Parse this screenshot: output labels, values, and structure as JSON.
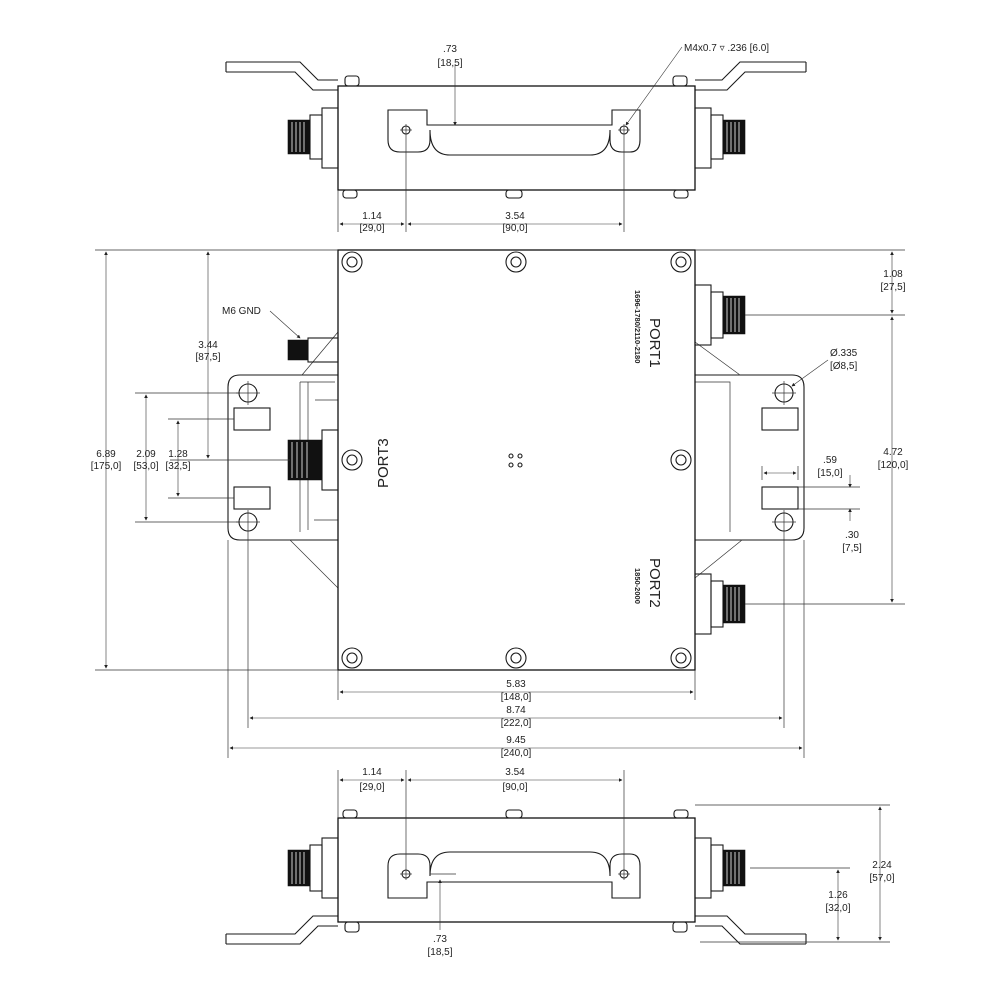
{
  "dims": {
    "top_73": ".73",
    "top_73_mm": "[18,5]",
    "mount_thread": "M4x0.7 ▿ .236 [6.0]",
    "top_114": "1.14",
    "top_114_mm": "[29,0]",
    "top_354": "3.54",
    "top_354_mm": "[90,0]",
    "d_108": "1.08",
    "d_108_mm": "[27,5]",
    "gnd": "M6 GND",
    "d_344": "3.44",
    "d_344_mm": "[87,5]",
    "hole_dia": "Ø.335",
    "hole_dia_mm": "[Ø8,5]",
    "d_689": "6.89",
    "d_689_mm": "[175,0]",
    "d_209": "2.09",
    "d_209_mm": "[53,0]",
    "d_128": "1.28",
    "d_128_mm": "[32,5]",
    "d_472": "4.72",
    "d_472_mm": "[120,0]",
    "d_59": ".59",
    "d_59_mm": "[15,0]",
    "d_30": ".30",
    "d_30_mm": "[7,5]",
    "d_583": "5.83",
    "d_583_mm": "[148,0]",
    "d_874": "8.74",
    "d_874_mm": "[222,0]",
    "d_945": "9.45",
    "d_945_mm": "[240,0]",
    "bot_114": "1.14",
    "bot_114_mm": "[29,0]",
    "bot_354": "3.54",
    "bot_354_mm": "[90,0]",
    "d_224": "2.24",
    "d_224_mm": "[57,0]",
    "d_126": "1.26",
    "d_126_mm": "[32,0]",
    "bot_73": ".73",
    "bot_73_mm": "[18,5]"
  },
  "ports": {
    "port1": "PORT1",
    "port1_band": "1696-1780/2110-2180",
    "port2": "PORT2",
    "port2_band": "1850-2000",
    "port3": "PORT3"
  }
}
